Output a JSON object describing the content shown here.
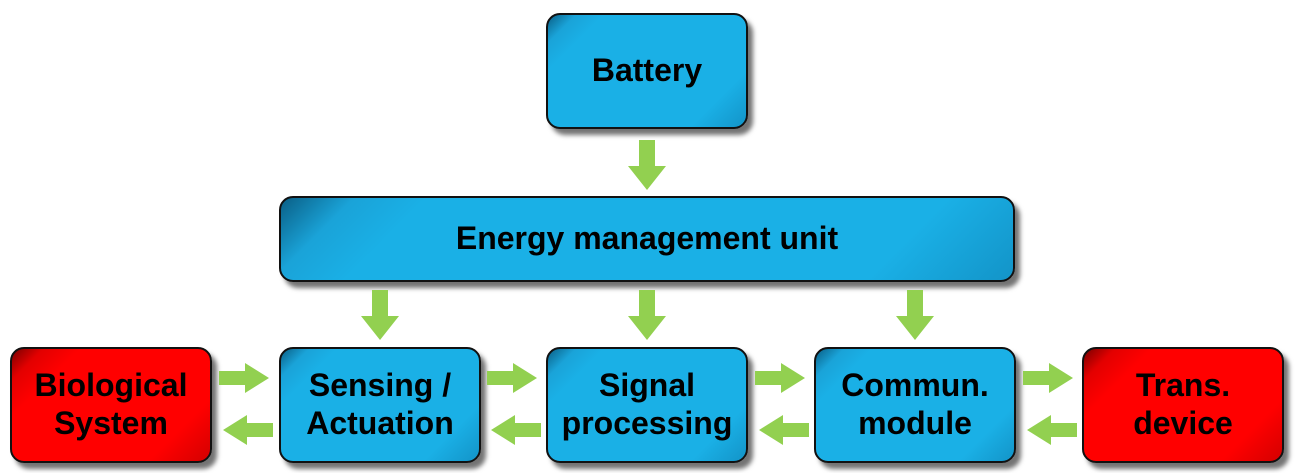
{
  "nodes": {
    "battery": {
      "label": "Battery"
    },
    "emu": {
      "label": "Energy management unit"
    },
    "bio": {
      "label": "Biological\nSystem"
    },
    "sensing": {
      "label": "Sensing /\nActuation"
    },
    "signal": {
      "label": "Signal\nprocessing"
    },
    "commun": {
      "label": "Commun.\nmodule"
    },
    "trans": {
      "label": "Trans.\ndevice"
    }
  },
  "colors": {
    "box_blue": "#1ab0e6",
    "box_red": "#ff0000",
    "arrow": "#92d050"
  }
}
